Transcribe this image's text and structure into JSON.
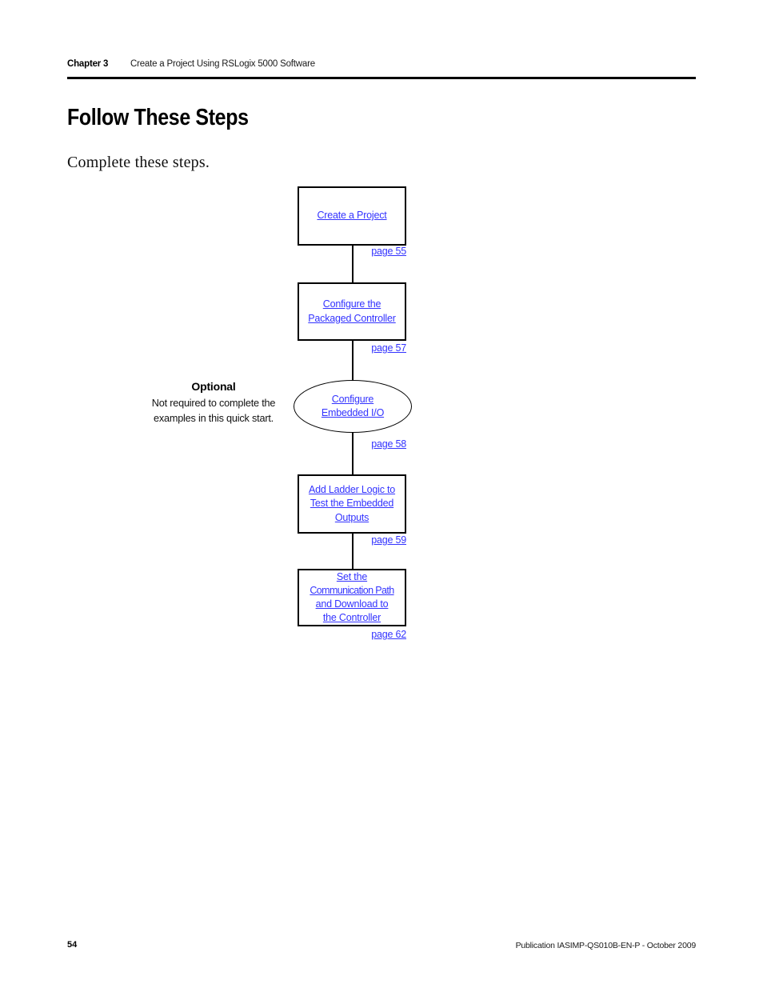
{
  "header": {
    "chapter": "Chapter 3",
    "title": "Create a Project Using RSLogix 5000 Software"
  },
  "main": {
    "title": "Follow These Steps",
    "intro": "Complete these steps."
  },
  "flowchart": {
    "link_color": "#3333ff",
    "nodes": [
      {
        "shape": "rect",
        "lines": [
          "Create a Project"
        ],
        "page_link": "page 55"
      },
      {
        "shape": "rect",
        "lines": [
          "Configure the",
          "Packaged Controller"
        ],
        "page_link": "page 57"
      },
      {
        "shape": "ellipse",
        "lines": [
          "Configure",
          "Embedded I/O"
        ],
        "page_link": "page 58"
      },
      {
        "shape": "rect",
        "lines": [
          "Add Ladder Logic to",
          "Test the Embedded",
          "Outputs"
        ],
        "page_link": "page 59"
      },
      {
        "shape": "rect",
        "lines": [
          "Set the",
          "Communication Path",
          "and Download to",
          "the Controller"
        ],
        "page_link": "page 62"
      }
    ],
    "optional_note": {
      "title": "Optional",
      "line1": "Not required to complete the",
      "line2": "examples in this quick start."
    }
  },
  "footer": {
    "page_number": "54",
    "publication": "Publication IASIMP-QS010B-EN-P - October 2009"
  }
}
